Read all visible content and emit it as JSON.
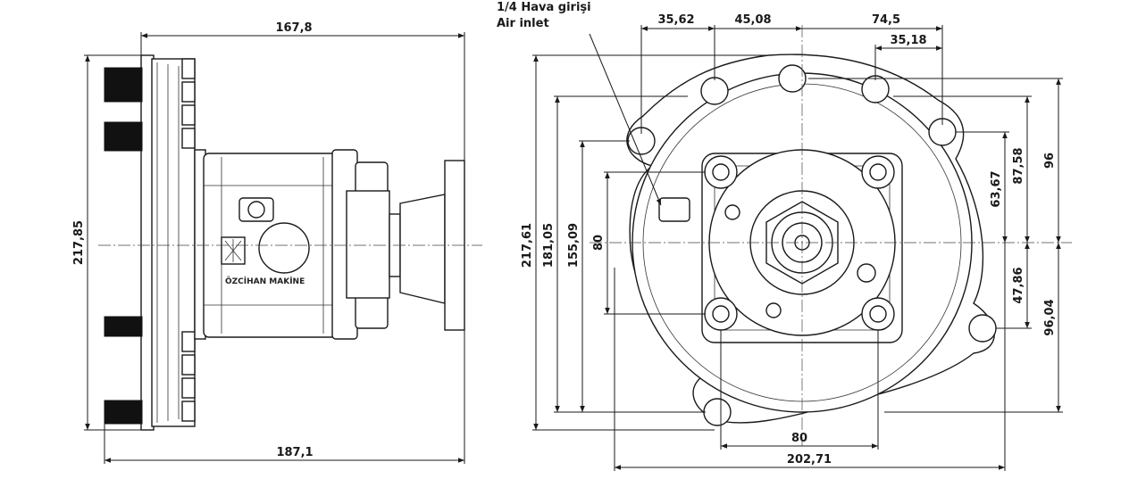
{
  "title": "",
  "annotation": {
    "line1": "1/4 Hava girişi",
    "line2": "Air inlet"
  },
  "brand_text": "ÖZCİHAN MAKİNE",
  "side_view": {
    "dims": {
      "top_width": "167,8",
      "bottom_width": "187,1",
      "height": "217,85"
    }
  },
  "front_view": {
    "dims": {
      "top_a": "35,62",
      "top_b": "45,08",
      "top_c": "74,5",
      "top_d": "35,18",
      "left_1": "217,61",
      "left_2": "181,05",
      "left_3": "155,09",
      "left_4": "80",
      "right_1": "63,67",
      "right_2": "87,58",
      "right_3": "96",
      "right_4": "47,86",
      "right_5": "96,04",
      "bottom_1": "80",
      "bottom_2": "202,71"
    }
  },
  "colors": {
    "line": "#1a1a1a",
    "background": "#ffffff"
  }
}
